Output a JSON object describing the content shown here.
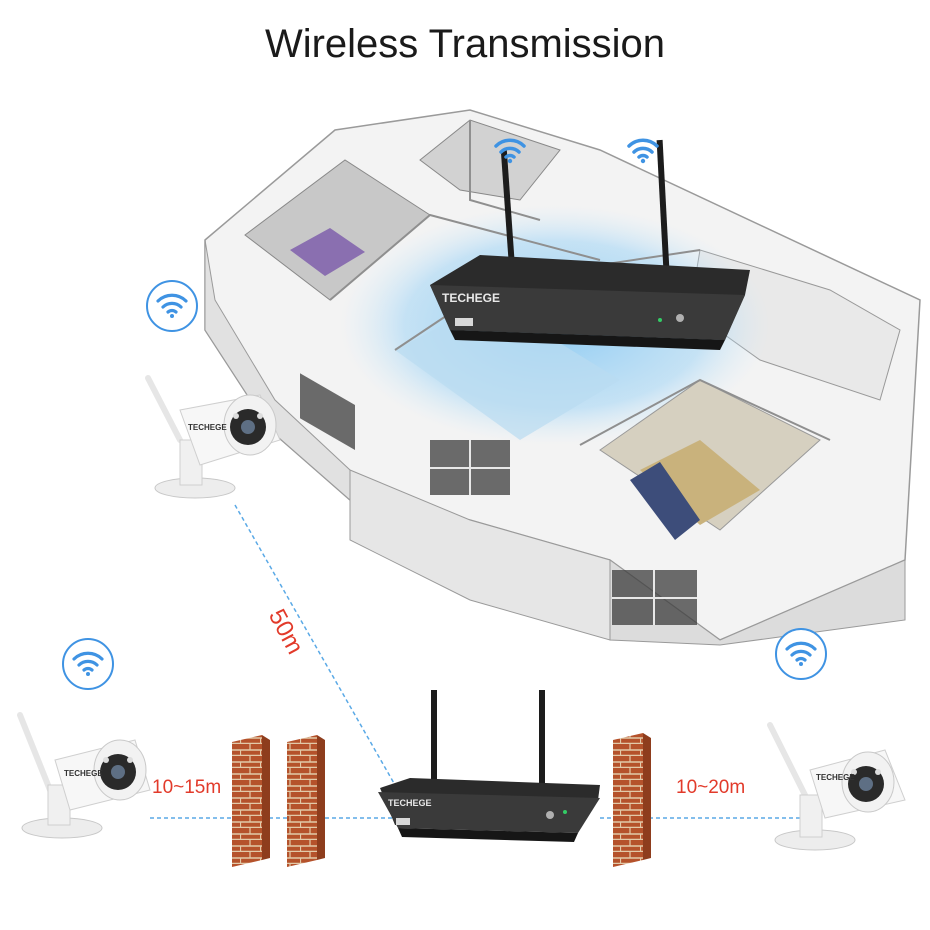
{
  "title": "Wireless Transmission",
  "distances": {
    "diagonal": "50m",
    "left": "10~15m",
    "right": "10~20m"
  },
  "brand": {
    "house_nvr": "TECHEGE",
    "bottom_nvr": "TECHEGE",
    "camera": "TECHEGE"
  },
  "icons": {
    "wifi": "wifi-icon",
    "camera": "bullet-camera-icon",
    "nvr": "nvr-recorder-icon",
    "wall": "brick-wall-icon",
    "house": "house-floorplan-illustration"
  },
  "colors": {
    "wifi_blue": "#3f93e3",
    "label_red": "#e23a2a",
    "signal_line": "#5aa9e6",
    "brick": "#b5522b"
  }
}
